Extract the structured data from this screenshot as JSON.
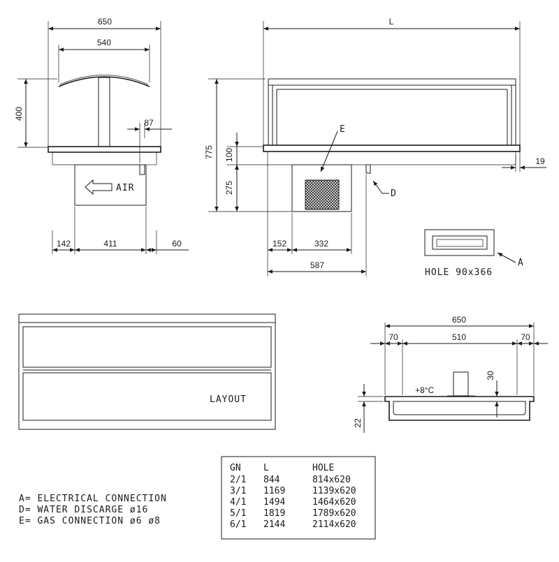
{
  "front": {
    "dims": {
      "width_total": "650",
      "width_canopy": "540",
      "height_canopy": "400",
      "offset_water": "87",
      "seg_left": "142",
      "seg_mid": "411",
      "seg_right": "60"
    },
    "air_label": "AIR"
  },
  "side": {
    "dims": {
      "length": "L",
      "height_total": "775",
      "height_top": "100",
      "height_unit": "275",
      "overhang": "19",
      "seg_a": "152",
      "seg_b": "332",
      "depth_unit": "587"
    },
    "callout_e": "E",
    "callout_d": "D"
  },
  "hole": {
    "label": "HOLE 90x366",
    "callout_a": "A"
  },
  "plan": {
    "label": "LAYOUT"
  },
  "section": {
    "dims": {
      "width_total": "650",
      "left": "70",
      "mid": "510",
      "right": "70",
      "height_30": "30",
      "height_22": "22"
    },
    "temp": "+8°C"
  },
  "legend": [
    "A= ELECTRICAL CONNECTION",
    "D= WATER DISCARGE ø16",
    "E= GAS CONNECTION ø6 ø8"
  ],
  "table": {
    "headers": [
      "GN",
      "L",
      "HOLE"
    ],
    "rows": [
      [
        "2/1",
        "844",
        "814x620"
      ],
      [
        "3/1",
        "1169",
        "1139x620"
      ],
      [
        "4/1",
        "1494",
        "1464x620"
      ],
      [
        "5/1",
        "1819",
        "1789x620"
      ],
      [
        "6/1",
        "2144",
        "2114x620"
      ]
    ]
  }
}
